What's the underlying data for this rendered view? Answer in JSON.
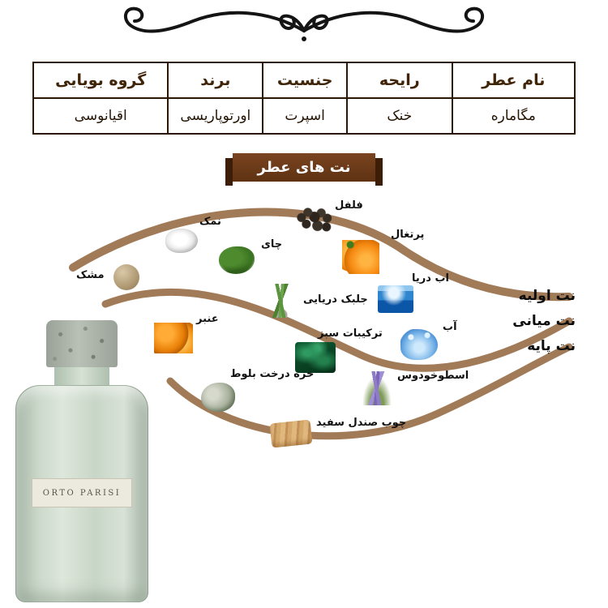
{
  "table": {
    "headers": [
      "نام عطر",
      "رایحه",
      "جنسیت",
      "برند",
      "گروه بویایی"
    ],
    "values": [
      "مگاماره",
      "خنک",
      "اسپرت",
      "اورتوپاریسی",
      "اقیانوسی"
    ]
  },
  "banner": {
    "title": "نت های عطر"
  },
  "legend": {
    "top": "نت اولیه",
    "middle": "نت میانی",
    "base": "نت پایه"
  },
  "ingredients": [
    {
      "label": "فلفل",
      "icon": "pepper-icon"
    },
    {
      "label": "نمک",
      "icon": "salt-icon"
    },
    {
      "label": "چای",
      "icon": "tea-icon"
    },
    {
      "label": "مشک",
      "icon": "musk-icon"
    },
    {
      "label": "پرتغال",
      "icon": "orange-icon"
    },
    {
      "label": "اب دریا",
      "icon": "sea-water-icon"
    },
    {
      "label": "جلبک دریایی",
      "icon": "seaweed-icon"
    },
    {
      "label": "عنبر",
      "icon": "amber-icon"
    },
    {
      "label": "ترکیبات سبز",
      "icon": "green-notes-icon"
    },
    {
      "label": "آب",
      "icon": "water-icon"
    },
    {
      "label": "اسطوخودوس",
      "icon": "lavender-icon"
    },
    {
      "label": "خزه درخت بلوط",
      "icon": "oak-moss-icon"
    },
    {
      "label": "چوب صندل سفید",
      "icon": "sandalwood-icon"
    }
  ],
  "bottle": {
    "brand_label": "ORTO PARISI"
  },
  "colors": {
    "banner": "#6b3a18",
    "table_border": "#2b1804",
    "swoosh": "#a17a57",
    "ornament": "#141414"
  }
}
